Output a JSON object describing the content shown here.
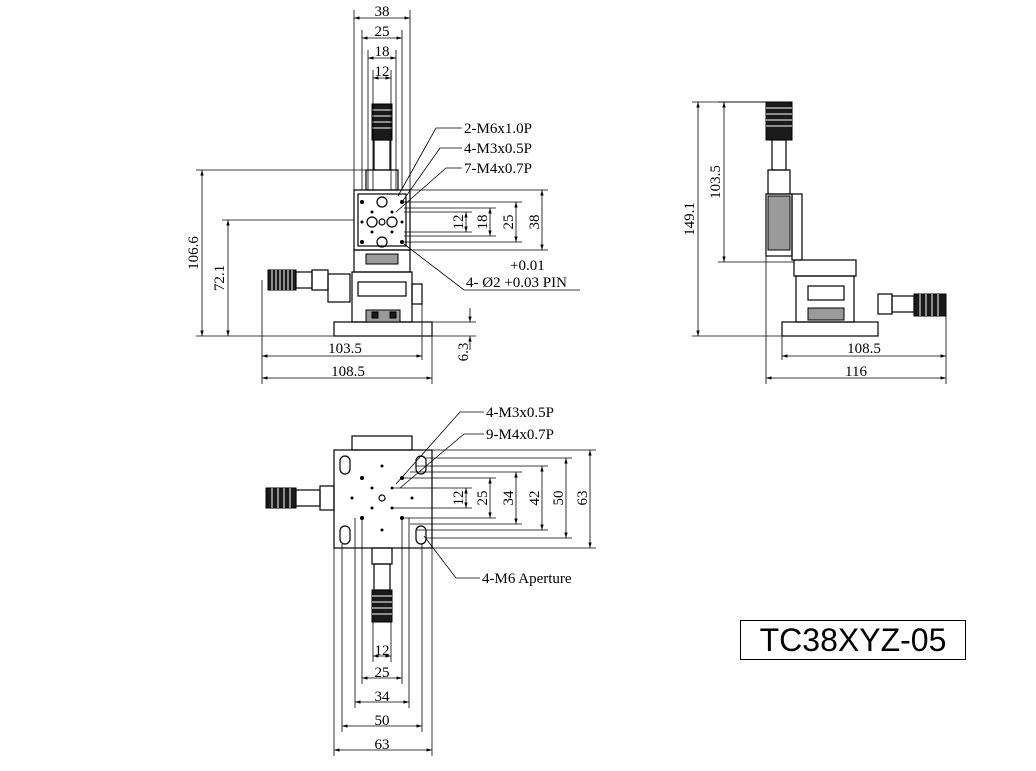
{
  "model": "TC38XYZ-05",
  "front_view": {
    "top_dims": [
      "38",
      "25",
      "18",
      "12"
    ],
    "callouts": [
      "2-M6x1.0P",
      "4-M3x0.5P",
      "7-M4x0.7P"
    ],
    "right_dims": [
      "12",
      "18",
      "25",
      "38"
    ],
    "pin_tol_top": "+0.01",
    "pin_label": "4- Ø2 +0.03 PIN",
    "height_total": "106.6",
    "height_mid": "72.1",
    "base_thk": "6.3",
    "width_inner": "103.5",
    "width_outer": "108.5"
  },
  "side_view": {
    "height_total": "149.1",
    "height_upper": "103.5",
    "width_inner": "108.5",
    "width_outer": "116"
  },
  "top_view": {
    "callouts": [
      "4-M3x0.5P",
      "9-M4x0.7P"
    ],
    "aperture": "4-M6 Aperture",
    "right_dims": [
      "12",
      "25",
      "34",
      "42",
      "50",
      "63"
    ],
    "bottom_dims": [
      "12",
      "25",
      "34",
      "50",
      "63"
    ]
  }
}
